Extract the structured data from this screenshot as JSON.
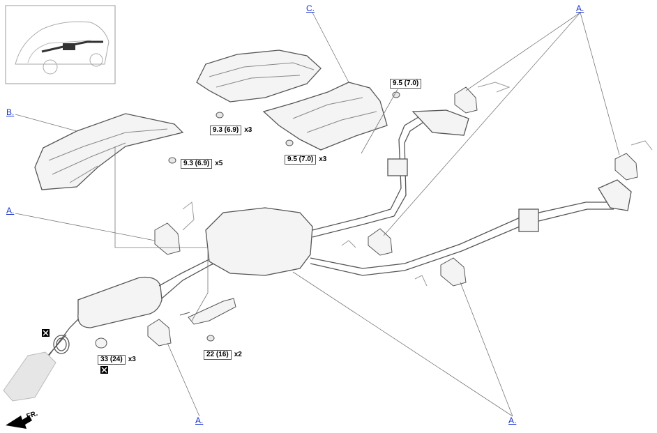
{
  "callouts": {
    "a_top_right": "A.",
    "a_left": "A.",
    "a_bottom_left": "A.",
    "a_bottom_right": "A.",
    "b": "B.",
    "c": "C."
  },
  "torques": {
    "t1": {
      "value": "9.3 (6.9)",
      "qty": "x3"
    },
    "t2": {
      "value": "9.3 (6.9)",
      "qty": "x5"
    },
    "t3": {
      "value": "9.5 (7.0)",
      "qty": "x3"
    },
    "t4": {
      "value": "9.5 (7.0)",
      "qty": ""
    },
    "t5": {
      "value": "22 (16)",
      "qty": "x2"
    },
    "t6": {
      "value": "33 (24)",
      "qty": "x3"
    }
  },
  "direction_label": "FR.",
  "colors": {
    "line": "#555555",
    "part_fill": "#f4f4f4",
    "callout": "#1a33cc"
  }
}
